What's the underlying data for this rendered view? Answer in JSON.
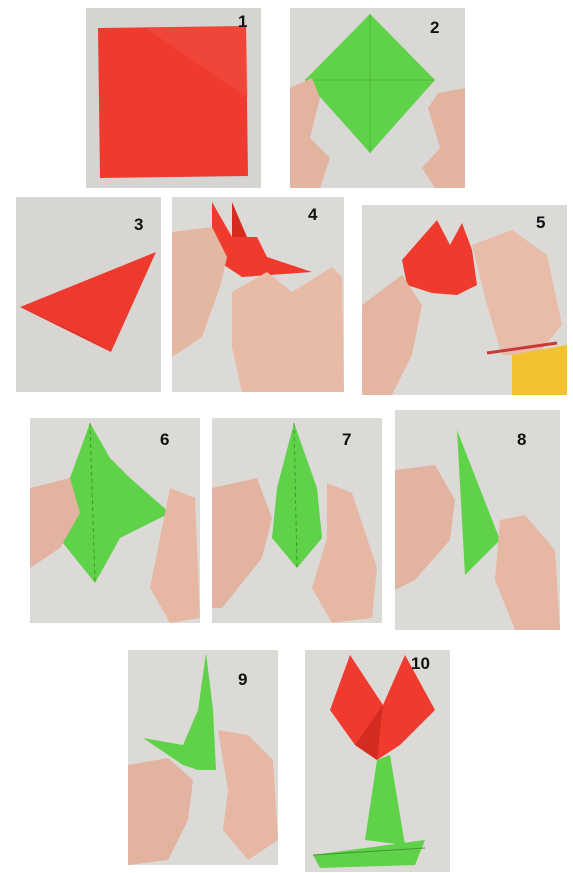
{
  "steps": [
    {
      "number": "1"
    },
    {
      "number": "2"
    },
    {
      "number": "3"
    },
    {
      "number": "4"
    },
    {
      "number": "5"
    },
    {
      "number": "6"
    },
    {
      "number": "7"
    },
    {
      "number": "8"
    },
    {
      "number": "9"
    },
    {
      "number": "10"
    }
  ],
  "colors": {
    "paper_red": "#f0382c",
    "paper_green": "#5fd24a",
    "skin": "#e3b6a2",
    "background": "#d9d7d3"
  }
}
